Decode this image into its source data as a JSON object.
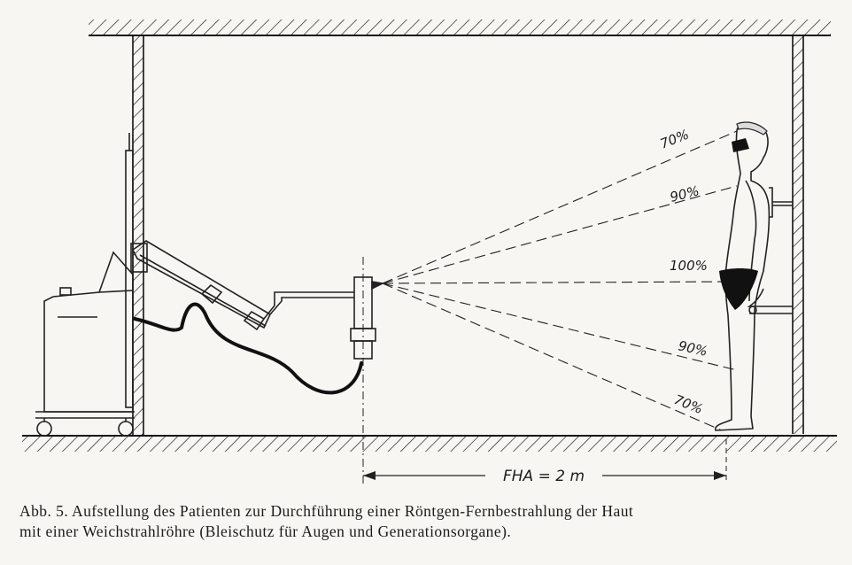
{
  "figure": {
    "intensity_labels": [
      {
        "text": "70%",
        "position": "upper"
      },
      {
        "text": "90%",
        "position": "upper"
      },
      {
        "text": "100%",
        "position": "center"
      },
      {
        "text": "90%",
        "position": "lower"
      },
      {
        "text": "70%",
        "position": "lower"
      }
    ],
    "distance_label": "FHA = 2 m"
  },
  "caption": {
    "line1": "Abb. 5. Aufstellung des Patienten zur Durchführung einer Röntgen-Fernbestrahlung der Haut",
    "line2": "mit einer Weichstrahlröhre (Bleischutz für Augen und Generationsorgane)."
  }
}
